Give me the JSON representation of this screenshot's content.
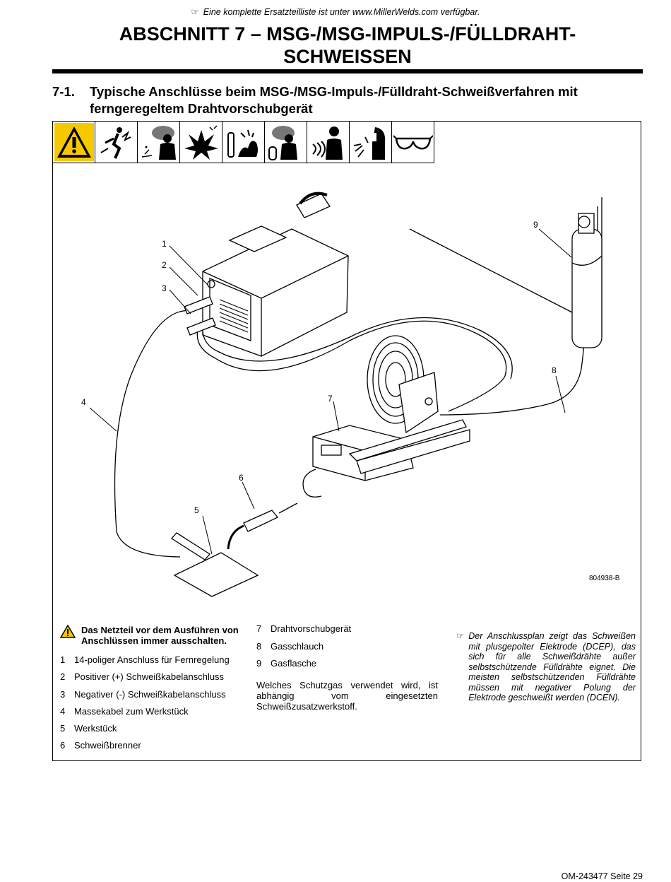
{
  "top_note": "Eine komplette Ersatzteilliste ist unter www.MillerWelds.com verfügbar.",
  "title": {
    "line1": "ABSCHNITT 7 – MSG-/MSG-IMPULS-/FÜLLDRAHT-",
    "line2": "SCHWEISSEN"
  },
  "section": {
    "number": "7-1.",
    "heading": "Typische Anschlüsse beim MSG-/MSG-Impuls-/Fülldraht-Schweißverfahren mit ferngeregeltem Drahtvorschubgerät"
  },
  "safety_icons": [
    "warning-triangle-icon",
    "electric-shock-icon",
    "fumes-icon",
    "explosion-icon",
    "fire-hazard-icon",
    "gas-cylinder-fumes-icon",
    "emf-icon",
    "arc-rays-icon",
    "safety-glasses-icon"
  ],
  "diagram": {
    "callouts": [
      "1",
      "2",
      "3",
      "4",
      "5",
      "6",
      "7",
      "8",
      "9"
    ],
    "figure_code": "804938-B"
  },
  "legend": {
    "warning": "Das Netzteil vor dem Ausführen von Anschlüssen immer ausschalten.",
    "items": [
      {
        "n": "1",
        "label": "14-poliger Anschluss für Fernregelung"
      },
      {
        "n": "2",
        "label": "Positiver (+) Schweißkabelanschluss"
      },
      {
        "n": "3",
        "label": "Negativer (-) Schweißkabelanschluss"
      },
      {
        "n": "4",
        "label": "Massekabel zum Werkstück"
      },
      {
        "n": "5",
        "label": "Werkstück"
      },
      {
        "n": "6",
        "label": "Schweißbrenner"
      },
      {
        "n": "7",
        "label": "Drahtvorschubgerät"
      },
      {
        "n": "8",
        "label": "Gasschlauch"
      },
      {
        "n": "9",
        "label": "Gasflasche"
      }
    ],
    "gas_note": "Welches Schutzgas verwendet wird, ist abhängig vom eingesetzten Schweißzusatzwerkstoff.",
    "side_note": "Der Anschlussplan zeigt das Schweißen mit plusgepolter Elektrode (DCEP), das sich für alle Schweißdrähte außer selbstschützende Fülldrähte eignet. Die meisten selbstschützenden Fülldrähte müssen mit negativer Polung der Elektrode geschweißt werden (DCEN)."
  },
  "footer": "OM-243477 Seite 29"
}
